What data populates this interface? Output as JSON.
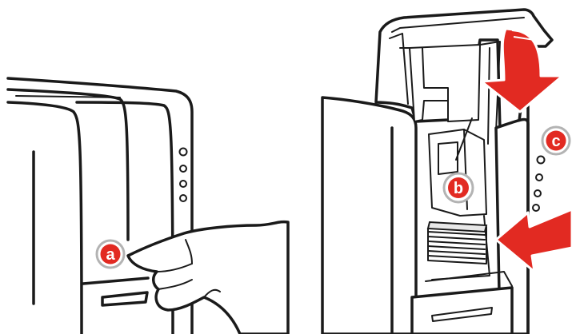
{
  "callouts": {
    "a": "a",
    "b": "b",
    "c": "c"
  },
  "colors": {
    "accent": "#e22a22",
    "ring": "#b3b3b3",
    "line": "#1a1a1a"
  }
}
